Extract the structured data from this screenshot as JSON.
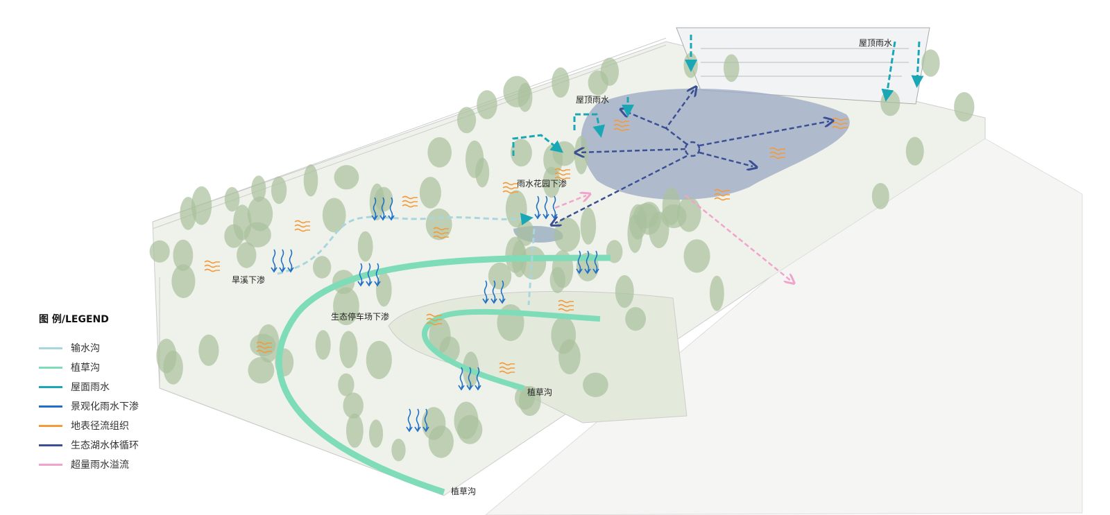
{
  "legend": {
    "title": "图  例/LEGEND",
    "items": [
      {
        "label": "输水沟",
        "color": "#a9d6de"
      },
      {
        "label": "植草沟",
        "color": "#7fdcb8"
      },
      {
        "label": "屋面雨水",
        "color": "#1aa7b5"
      },
      {
        "label": "景观化雨水下渗",
        "color": "#1f6fc6"
      },
      {
        "label": "地表径流组织",
        "color": "#f59a3a"
      },
      {
        "label": "生态湖水体循环",
        "color": "#3b4f94"
      },
      {
        "label": "超量雨水溢流",
        "color": "#f2a3cc"
      }
    ]
  },
  "labels": {
    "roof_rain_building": "屋顶雨水",
    "roof_rain_pavilion": "屋顶雨水",
    "rain_garden": "雨水花园下渗",
    "dry_creek": "旱溪下渗",
    "eco_parking": "生态停车场下渗",
    "swale_inner": "植草沟",
    "swale_outer": "植草沟"
  }
}
